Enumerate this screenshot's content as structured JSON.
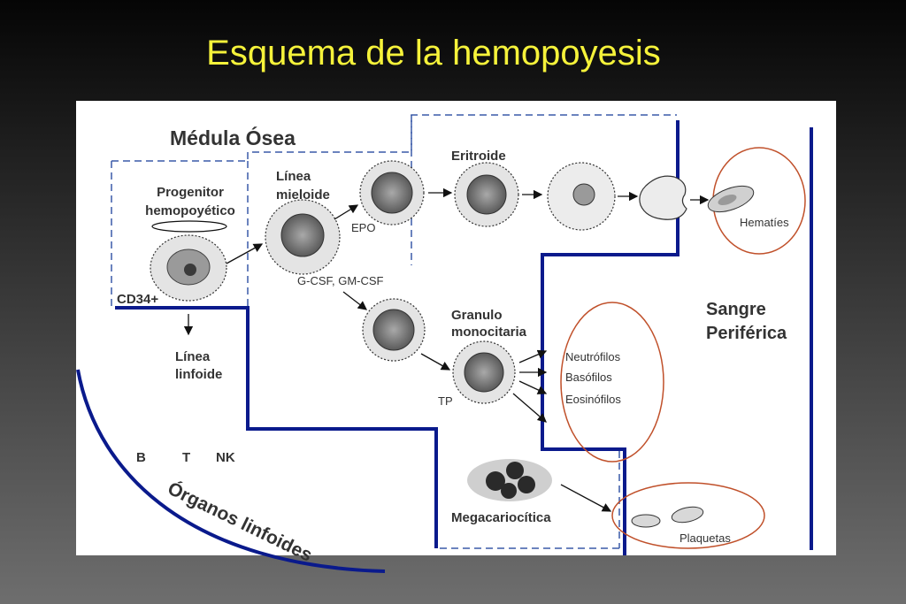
{
  "slide": {
    "title": "Esquema de la hemopoyesis"
  },
  "labels": {
    "medula_osea": "Médula Ósea",
    "progenitor_1": "Progenitor",
    "progenitor_2": "hemopoyético",
    "cd34": "CD34+",
    "linea_mieloide_1": "Línea",
    "linea_mieloide_2": "mieloide",
    "eritroide": "Eritroide",
    "epo": "EPO",
    "gcsf": "G-CSF, GM-CSF",
    "granulo_1": "Granulo",
    "granulo_2": "monocitaria",
    "tp": "TP",
    "linea_linfoide_1": "Línea",
    "linea_linfoide_2": "linfoide",
    "b": "B",
    "t": "T",
    "nk": "NK",
    "organos_linfoides": "Órganos linfoides",
    "megacariocitica": "Megacariocítica",
    "sangre_1": "Sangre",
    "sangre_2": "Periférica",
    "hematies": "Hematíes",
    "neutrofilos": "Neutrófilos",
    "basofilos": "Basófilos",
    "eosinofilos": "Eosinófilos",
    "plaquetas": "Plaquetas"
  },
  "colors": {
    "title": "#f5f23a",
    "boundary": "#0a1a8c",
    "dashed": "#3a5aa8",
    "ellipse": "#c0502a",
    "cell_fill": "#e4e4e4",
    "nucleus": "#7a7a7a"
  }
}
